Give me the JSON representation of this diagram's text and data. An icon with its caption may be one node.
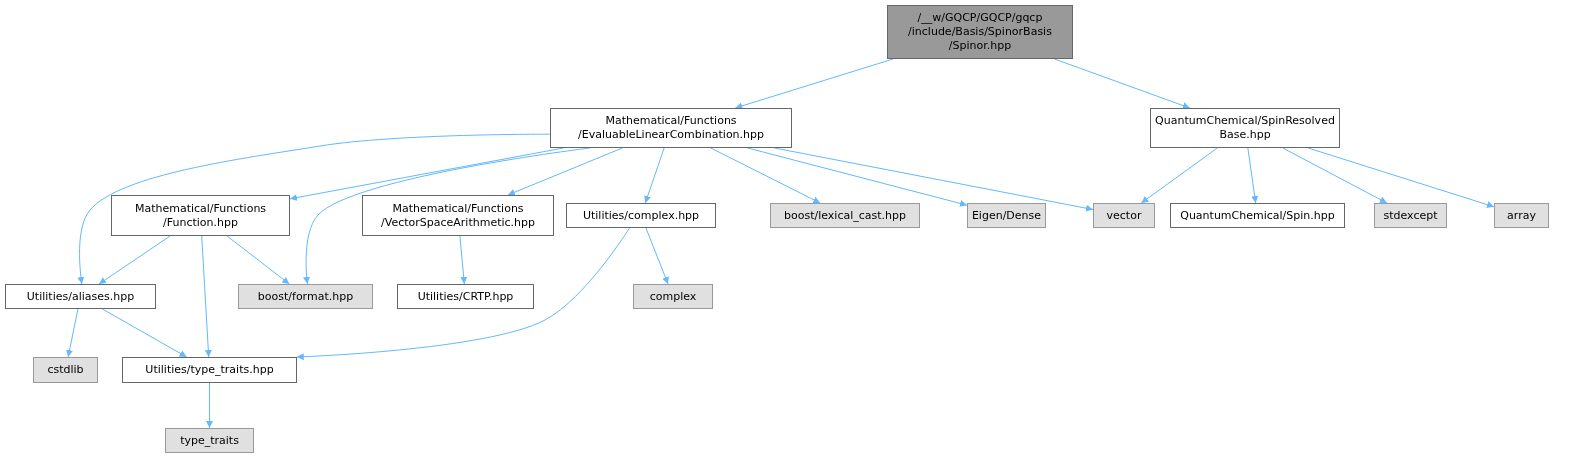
{
  "diagram": {
    "nodes": [
      {
        "text": [
          "/__w/GQCP/GQCP/gqcp /include/Basis/SpinorBasis /Spinor.hpp"
        ]
      },
      {
        "text": [
          "Mathematical/Functions /EvaluableLinearCombination.hpp"
        ]
      },
      {
        "text": [
          "QuantumChemical/SpinResolved Base.hpp"
        ]
      },
      {
        "text": [
          "Mathematical/Functions /Function.hpp"
        ]
      },
      {
        "text": [
          "Mathematical/Functions /VectorSpaceArithmetic.hpp"
        ]
      },
      {
        "text": [
          "Utilities/complex.hpp"
        ]
      },
      {
        "text": [
          "boost/lexical_cast.hpp"
        ]
      },
      {
        "text": [
          "Eigen/Dense"
        ]
      },
      {
        "text": [
          "vector"
        ]
      },
      {
        "text": [
          "QuantumChemical/Spin.hpp"
        ]
      },
      {
        "text": [
          "stdexcept"
        ]
      },
      {
        "text": [
          "array"
        ]
      },
      {
        "text": [
          "Utilities/aliases.hpp"
        ]
      },
      {
        "text": [
          "boost/format.hpp"
        ]
      },
      {
        "text": [
          "Utilities/CRTP.hpp"
        ]
      },
      {
        "text": [
          "complex"
        ]
      },
      {
        "text": [
          "cstdlib"
        ]
      },
      {
        "text": [
          "Utilities/type_traits.hpp"
        ]
      },
      {
        "text": [
          "type_traits"
        ]
      }
    ],
    "edges": [
      {
        "from": 0,
        "to": 1,
        "arrow": "to"
      },
      {
        "from": 0,
        "to": 2,
        "arrow": "to"
      },
      {
        "from": 1,
        "to": 12,
        "arrow": "to"
      },
      {
        "from": 1,
        "to": 3,
        "arrow": "to"
      },
      {
        "from": 1,
        "to": 13,
        "arrow": "to"
      },
      {
        "from": 1,
        "to": 4,
        "arrow": "to"
      },
      {
        "from": 1,
        "to": 5,
        "arrow": "to"
      },
      {
        "from": 1,
        "to": 6,
        "arrow": "to"
      },
      {
        "from": 1,
        "to": 7,
        "arrow": "to"
      },
      {
        "from": 1,
        "to": 8,
        "arrow": "to"
      },
      {
        "from": 2,
        "to": 8,
        "arrow": "to"
      },
      {
        "from": 2,
        "to": 9,
        "arrow": "to"
      },
      {
        "from": 2,
        "to": 10,
        "arrow": "to"
      },
      {
        "from": 2,
        "to": 11,
        "arrow": "to"
      },
      {
        "from": 3,
        "to": 12,
        "arrow": "to"
      },
      {
        "from": 3,
        "to": 13,
        "arrow": "to"
      },
      {
        "from": 3,
        "to": 17,
        "arrow": "to"
      },
      {
        "from": 4,
        "to": 14,
        "arrow": "to"
      },
      {
        "from": 5,
        "to": 17,
        "arrow": "to"
      },
      {
        "from": 5,
        "to": 15,
        "arrow": "to"
      },
      {
        "from": 12,
        "to": 16,
        "arrow": "to"
      },
      {
        "from": 12,
        "to": 17,
        "arrow": "to"
      },
      {
        "from": 17,
        "to": 18,
        "arrow": "to"
      }
    ]
  }
}
